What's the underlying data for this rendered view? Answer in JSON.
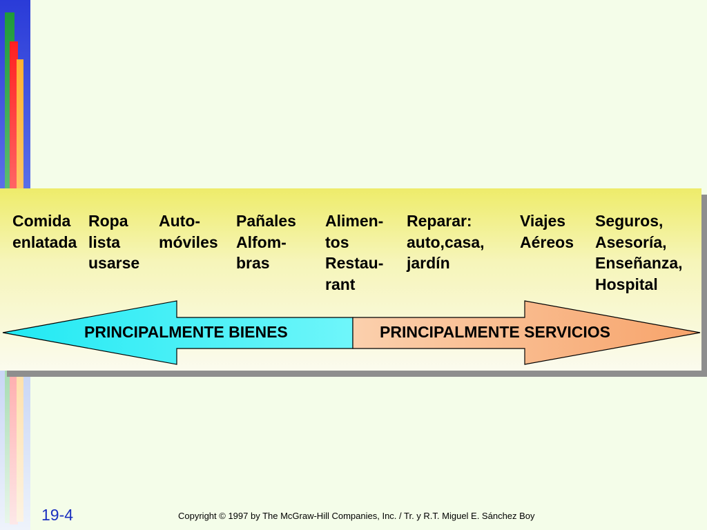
{
  "categories": [
    {
      "text": "Comida\nenlatada"
    },
    {
      "text": "Ropa\nlista\nusarse"
    },
    {
      "text": "Auto-\nmóviles"
    },
    {
      "text": "Pañales\nAlfom-\nbras"
    },
    {
      "text": "Alimen-\ntos\nRestau-\nrant"
    },
    {
      "text": "Reparar:\nauto,casa,\njardín"
    },
    {
      "text": "Viajes\nAéreos"
    },
    {
      "text": "Seguros,\nAsesoría,\nEnseñanza,\nHospital"
    }
  ],
  "arrows": {
    "left_label": "PRINCIPALMENTE BIENES",
    "right_label": "PRINCIPALMENTE SERVICIOS",
    "left_color": "#21e9f3",
    "right_color": "#fab888"
  },
  "footer": {
    "slide_number": "19-4",
    "copyright": "Copyright © 1997 by The McGraw-Hill Companies, Inc. / Tr. y R.T. Miguel E. Sánchez Boy"
  }
}
